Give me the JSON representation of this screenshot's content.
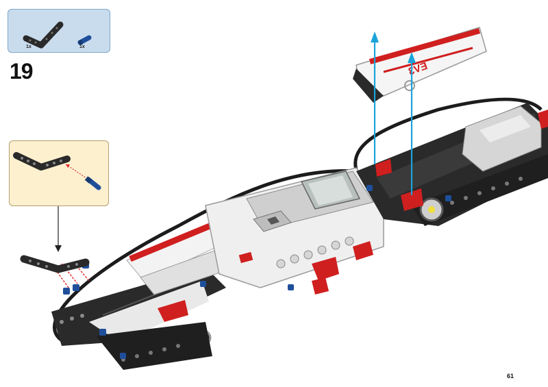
{
  "parts_list": {
    "items": [
      {
        "icon": "angled-beam-icon",
        "quantity": "1x"
      },
      {
        "icon": "blue-axle-pin-icon",
        "quantity": "1x"
      }
    ]
  },
  "step": {
    "number": "19"
  },
  "model": {
    "brick_label": "EV3"
  },
  "page": {
    "number": "61"
  },
  "colors": {
    "parts_box_bg": "#c9dcee",
    "callout_bg": "#fdf0cf",
    "arrow_blue": "#1aa3d9",
    "beam_black": "#2a2a2a",
    "brick_red": "#d01f1f",
    "pin_blue": "#1f4f9a"
  }
}
